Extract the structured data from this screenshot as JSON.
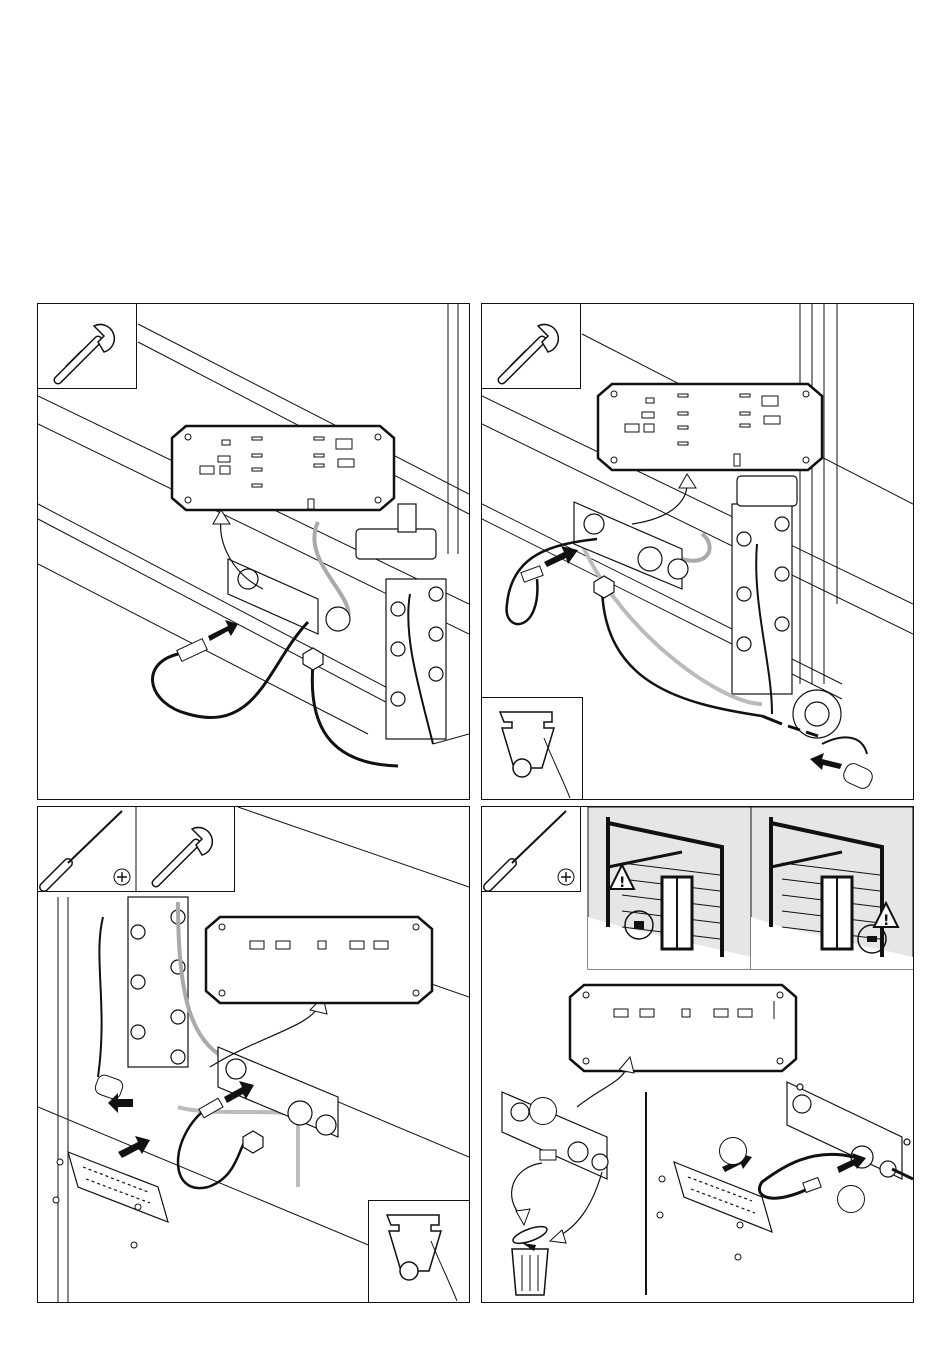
{
  "page": {
    "background": "#ffffff",
    "line_color": "#111111",
    "accent_gray": "#8c8c8c",
    "light_gray": "#bdbdbd"
  },
  "panels": [
    {
      "id": 1,
      "tools": [
        "open-end-wrench-icon"
      ],
      "parts": [
        "control-board-closeup",
        "junction-box",
        "cable-connector",
        "cable-gland",
        "door-rail"
      ]
    },
    {
      "id": 2,
      "tools": [
        "open-end-wrench-icon"
      ],
      "parts": [
        "control-board-closeup",
        "junction-box",
        "cable-connector",
        "end-cap",
        "rail-clip-inset"
      ]
    },
    {
      "id": 3,
      "tools": [
        "phillips-screwdriver-icon",
        "open-end-wrench-icon"
      ],
      "parts": [
        "control-board-closeup",
        "junction-box",
        "cover-plate",
        "screws",
        "rail-clip-inset"
      ]
    },
    {
      "id": 4,
      "tools": [
        "phillips-screwdriver-icon"
      ],
      "parts": [
        "door-scene-warning-left",
        "door-scene-warning-right",
        "control-board-closeup",
        "trash-bin",
        "cover-plate",
        "junction-box-connected"
      ]
    }
  ]
}
